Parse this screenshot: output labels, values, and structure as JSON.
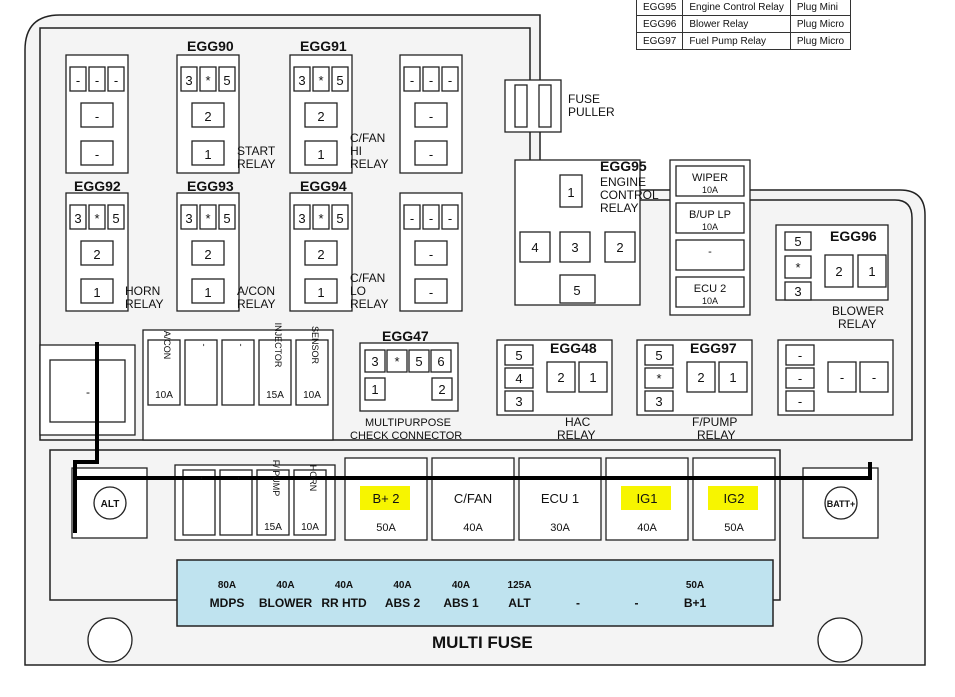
{
  "relay_table": [
    {
      "code": "EGG95",
      "name": "Engine Control Relay",
      "type": "Plug Mini"
    },
    {
      "code": "EGG96",
      "name": "Blower Relay",
      "type": "Plug Micro"
    },
    {
      "code": "EGG97",
      "name": "Fuel Pump Relay",
      "type": "Plug Micro"
    }
  ],
  "relays": {
    "egg90": {
      "code": "EGG90",
      "label1": "START",
      "label2": "RELAY",
      "pins": [
        "3",
        "*",
        "5",
        "2",
        "1"
      ]
    },
    "egg91": {
      "code": "EGG91",
      "label1": "C/FAN",
      "label2": "HI",
      "label3": "RELAY",
      "pins": [
        "3",
        "*",
        "5",
        "2",
        "1"
      ]
    },
    "egg92": {
      "code": "EGG92",
      "label1": "HORN",
      "label2": "RELAY",
      "pins": [
        "3",
        "*",
        "5",
        "2",
        "1"
      ]
    },
    "egg93": {
      "code": "EGG93",
      "label1": "A/CON",
      "label2": "RELAY",
      "pins": [
        "3",
        "*",
        "5",
        "2",
        "1"
      ]
    },
    "egg94": {
      "code": "EGG94",
      "label1": "C/FAN",
      "label2": "LO",
      "label3": "RELAY",
      "pins": [
        "3",
        "*",
        "5",
        "2",
        "1"
      ]
    },
    "egg95": {
      "code": "EGG95",
      "label1": "ENGINE",
      "label2": "CONTROL",
      "label3": "RELAY",
      "pins": [
        "1",
        "4",
        "3",
        "2",
        "5"
      ]
    },
    "egg96": {
      "code": "EGG96",
      "label1": "BLOWER",
      "label2": "RELAY",
      "pins": [
        "5",
        "*",
        "3",
        "2",
        "1"
      ]
    },
    "egg47": {
      "code": "EGG47",
      "label1": "MULTIPURPOSE",
      "label2": "CHECK CONNECTOR",
      "pins": [
        "3",
        "*",
        "5",
        "6",
        "1",
        "2"
      ]
    },
    "egg48": {
      "code": "EGG48",
      "label1": "HAC",
      "label2": "RELAY",
      "pins": [
        "5",
        "4",
        "3",
        "2",
        "1"
      ]
    },
    "egg97": {
      "code": "EGG97",
      "label1": "F/PUMP",
      "label2": "RELAY",
      "pins": [
        "5",
        "*",
        "3",
        "2",
        "1"
      ]
    }
  },
  "blank_pin": "-",
  "fuse_puller": {
    "l1": "FUSE",
    "l2": "PULLER"
  },
  "mini_fuses_right": [
    {
      "name": "WIPER",
      "amp": "10A"
    },
    {
      "name": "B/UP LP",
      "amp": "10A"
    },
    {
      "name": "-",
      "amp": ""
    },
    {
      "name": "ECU 2",
      "amp": "10A"
    }
  ],
  "mini_fuses_mid": [
    {
      "name": "A/CON",
      "amp": "10A"
    },
    {
      "name": "-",
      "amp": ""
    },
    {
      "name": "-",
      "amp": ""
    },
    {
      "name": "INJECTOR",
      "amp": "15A"
    },
    {
      "name": "SENSOR",
      "amp": "10A"
    }
  ],
  "mini_fuses_low": [
    {
      "name": "-",
      "amp": ""
    },
    {
      "name": "-",
      "amp": ""
    },
    {
      "name": "F/ PUMP",
      "amp": "15A"
    },
    {
      "name": "HORN",
      "amp": "10A"
    }
  ],
  "big_fuses": [
    {
      "name": "B+ 2",
      "amp": "50A",
      "highlight": true
    },
    {
      "name": "C/FAN",
      "amp": "40A",
      "highlight": false
    },
    {
      "name": "ECU 1",
      "amp": "30A",
      "highlight": false
    },
    {
      "name": "IG1",
      "amp": "40A",
      "highlight": true
    },
    {
      "name": "IG2",
      "amp": "50A",
      "highlight": true
    }
  ],
  "terminals": {
    "alt": "ALT",
    "batt": "BATT+"
  },
  "multi_fuse": {
    "title": "MULTI FUSE",
    "fuses": [
      {
        "amp": "80A",
        "name": "MDPS"
      },
      {
        "amp": "40A",
        "name": "BLOWER"
      },
      {
        "amp": "40A",
        "name": "RR HTD"
      },
      {
        "amp": "40A",
        "name": "ABS 2"
      },
      {
        "amp": "40A",
        "name": "ABS 1"
      },
      {
        "amp": "125A",
        "name": "ALT"
      },
      {
        "amp": "",
        "name": "-"
      },
      {
        "amp": "",
        "name": "-"
      },
      {
        "amp": "50A",
        "name": "B+1"
      }
    ]
  },
  "colors": {
    "highlight": "#f7f500",
    "multifuse_fill": "#bfe3ef",
    "wire": "#000000",
    "case": "#f2f2f2"
  }
}
